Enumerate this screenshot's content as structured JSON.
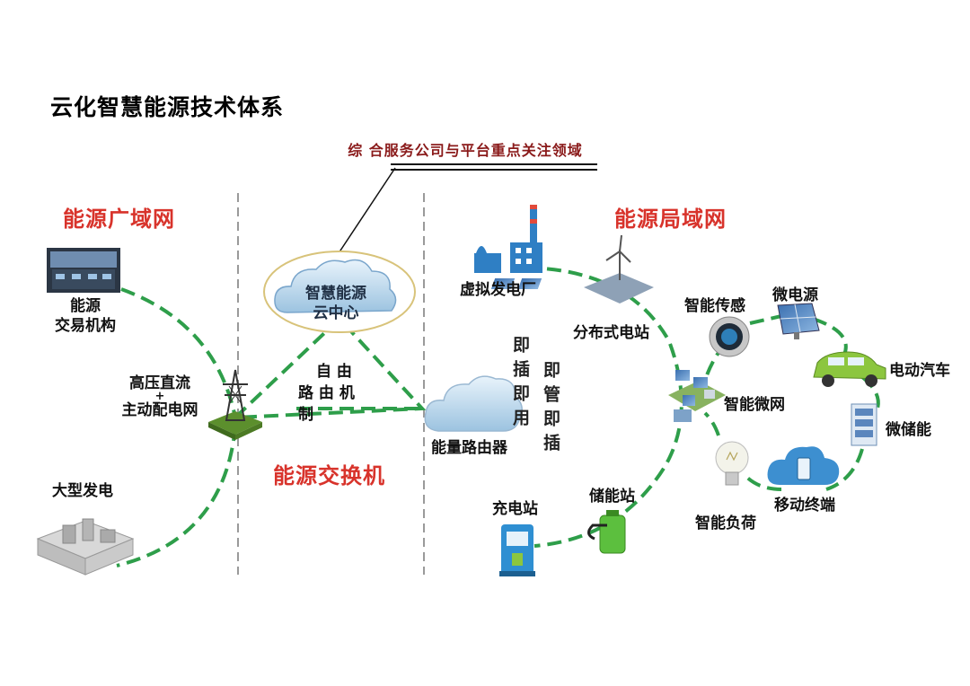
{
  "title": "云化智慧能源技术体系",
  "banner": "综 合服务公司与平台重点关注领域",
  "sections": {
    "wan": "能源广域网",
    "switch": "能源交换机",
    "lan": "能源局域网"
  },
  "nodes": {
    "trading": [
      "能源",
      "交易机构"
    ],
    "hvdc": [
      "高压直流",
      "+",
      "主动配电网"
    ],
    "large_gen": "大型发电",
    "cloud": [
      "智慧能源",
      "云中心"
    ],
    "free_routing": [
      "自 由",
      "路 由 机",
      "制"
    ],
    "router": "能量路由器",
    "plug_play": "即插即用",
    "plug_manage": "即管即插",
    "virtual_plant": "虚拟发电厂",
    "distributed": "分布式电站",
    "smart_sensor": "智能传感",
    "micro_source": "微电源",
    "ev": "电动汽车",
    "microgrid": "智能微网",
    "micro_storage": "微储能",
    "mobile": "移动终端",
    "smart_load": "智能负荷",
    "charging": "充电站",
    "storage": "储能站"
  },
  "colors": {
    "accent_red": "#d8332b",
    "banner_red": "#8a1a1a",
    "dash_green": "#2e9e4a"
  }
}
